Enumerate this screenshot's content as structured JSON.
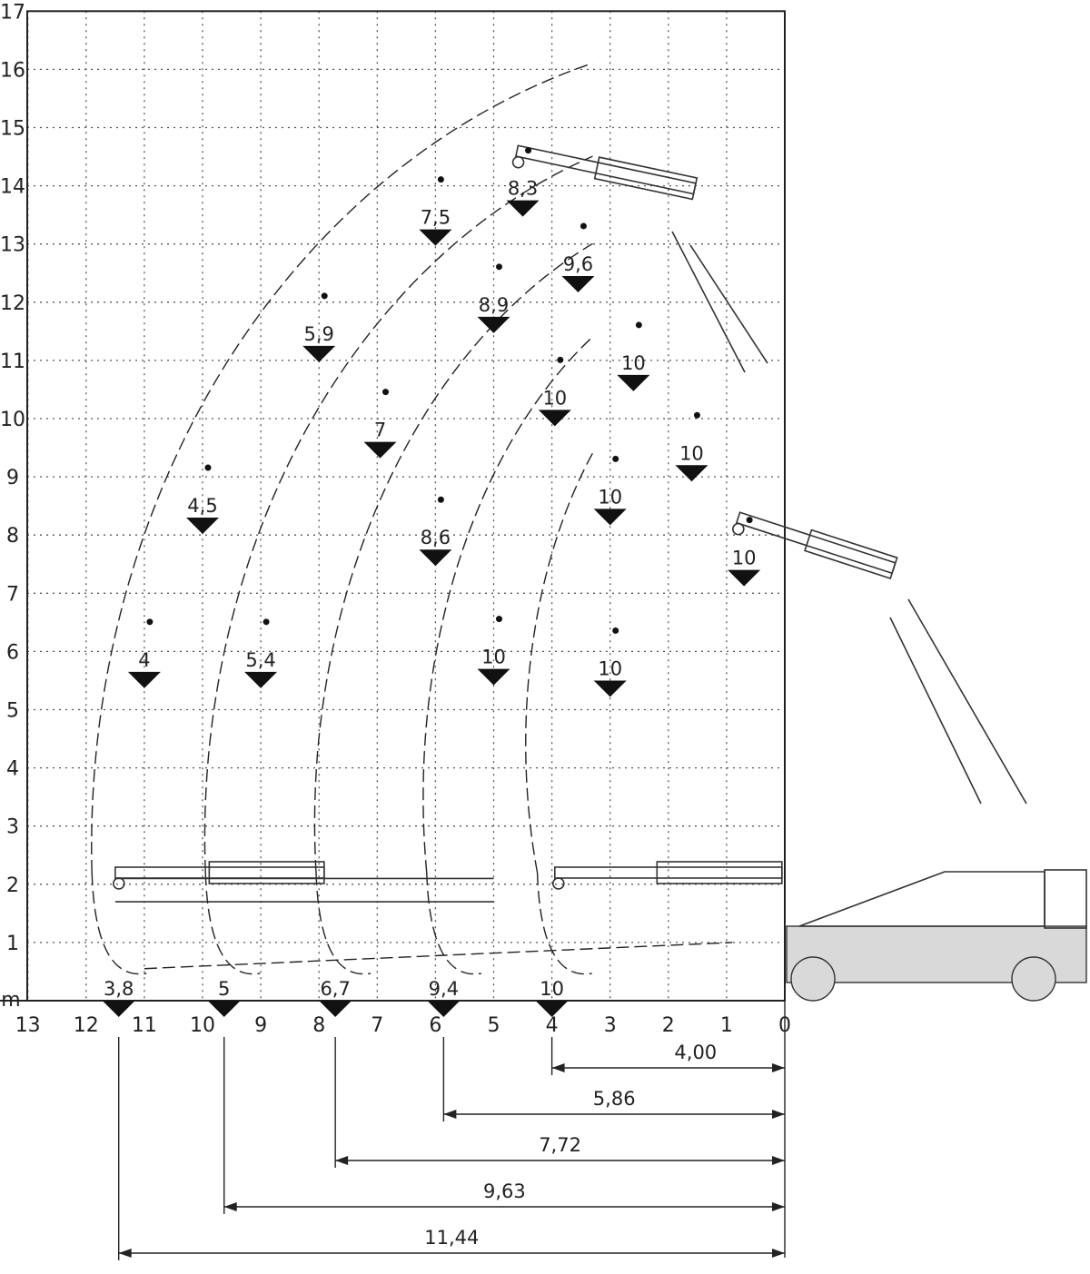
{
  "axes": {
    "y_unit": "m",
    "y_ticks": [
      "1",
      "2",
      "3",
      "4",
      "5",
      "6",
      "7",
      "8",
      "9",
      "10",
      "11",
      "12",
      "13",
      "14",
      "15",
      "16",
      "17"
    ],
    "x_ticks": [
      "13",
      "12",
      "11",
      "10",
      "9",
      "8",
      "7",
      "6",
      "5",
      "4",
      "3",
      "2",
      "1",
      "0"
    ]
  },
  "load_points": [
    {
      "label": "8,3",
      "x": 4.5,
      "y": 13.75
    },
    {
      "label": "7,5",
      "x": 6.0,
      "y": 13.25
    },
    {
      "label": "9,6",
      "x": 3.55,
      "y": 12.45
    },
    {
      "label": "8,9",
      "x": 5.0,
      "y": 11.75
    },
    {
      "label": "5,9",
      "x": 8.0,
      "y": 11.25
    },
    {
      "label": "10",
      "x": 2.6,
      "y": 10.75
    },
    {
      "label": "10",
      "x": 3.95,
      "y": 10.15
    },
    {
      "label": "7",
      "x": 6.95,
      "y": 9.6
    },
    {
      "label": "10",
      "x": 1.6,
      "y": 9.2
    },
    {
      "label": "10",
      "x": 3.0,
      "y": 8.45
    },
    {
      "label": "4,5",
      "x": 10.0,
      "y": 8.3
    },
    {
      "label": "8,6",
      "x": 6.0,
      "y": 7.75
    },
    {
      "label": "10",
      "x": 0.7,
      "y": 7.4
    },
    {
      "label": "4",
      "x": 11.0,
      "y": 5.65
    },
    {
      "label": "5,4",
      "x": 9.0,
      "y": 5.65
    },
    {
      "label": "10",
      "x": 5.0,
      "y": 5.7
    },
    {
      "label": "10",
      "x": 3.0,
      "y": 5.5
    },
    {
      "label": "3,8",
      "x": 11.44,
      "y": 0.0
    },
    {
      "label": "5",
      "x": 9.63,
      "y": 0.0
    },
    {
      "label": "6,7",
      "x": 7.72,
      "y": 0.0
    },
    {
      "label": "9,4",
      "x": 5.86,
      "y": 0.0
    },
    {
      "label": "10",
      "x": 4.0,
      "y": 0.0
    }
  ],
  "dimensions": [
    {
      "label": "4,00",
      "from": 4.0
    },
    {
      "label": "5,86",
      "from": 5.86
    },
    {
      "label": "7,72",
      "from": 7.72
    },
    {
      "label": "9,63",
      "from": 9.63
    },
    {
      "label": "11,44",
      "from": 11.44
    }
  ],
  "colors": {
    "ink": "#222222",
    "grid": "#555555",
    "machine_fill": "#d9d9d9"
  }
}
